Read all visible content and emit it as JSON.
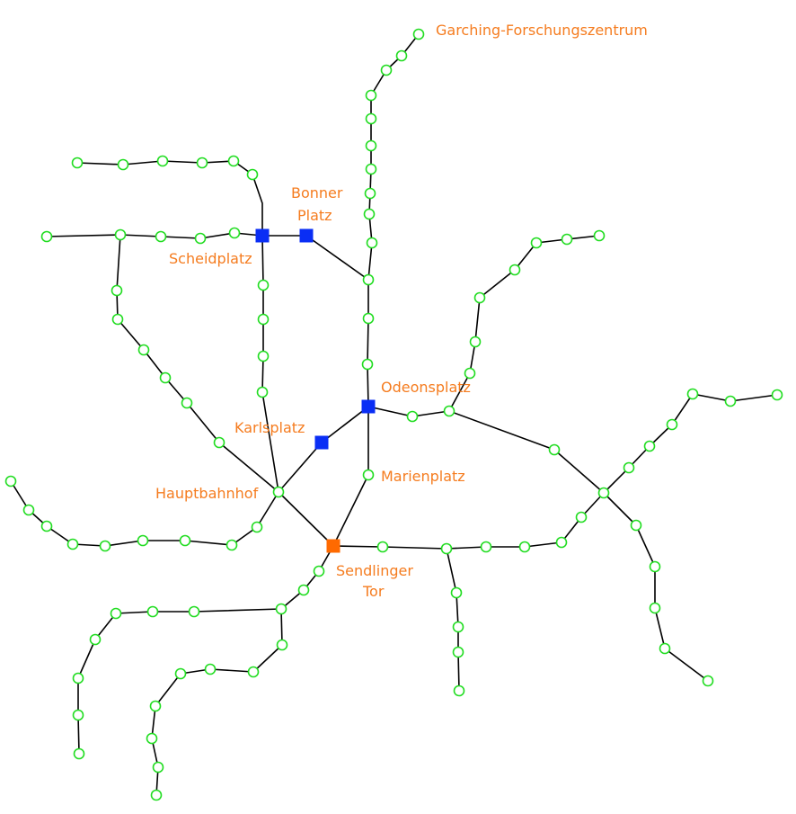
{
  "colors": {
    "route": "#000000",
    "stop": "#22dd22",
    "junction": "#0a2ef5",
    "highlight": "#ff6a00",
    "label": "#f57c1f",
    "background": "#ffffff"
  },
  "labels": {
    "garching": "Garching-Forschungszentrum",
    "bonner_1": "Bonner",
    "bonner_2": "Platz",
    "scheidplatz": "Scheidplatz",
    "odeonsplatz": "Odeonsplatz",
    "karlsplatz": "Karlsplatz",
    "marienplatz": "Marienplatz",
    "hauptbahnhof": "Hauptbahnhof",
    "sendlinger_1": "Sendlinger",
    "sendlinger_2": "Tor"
  },
  "legend": []
}
